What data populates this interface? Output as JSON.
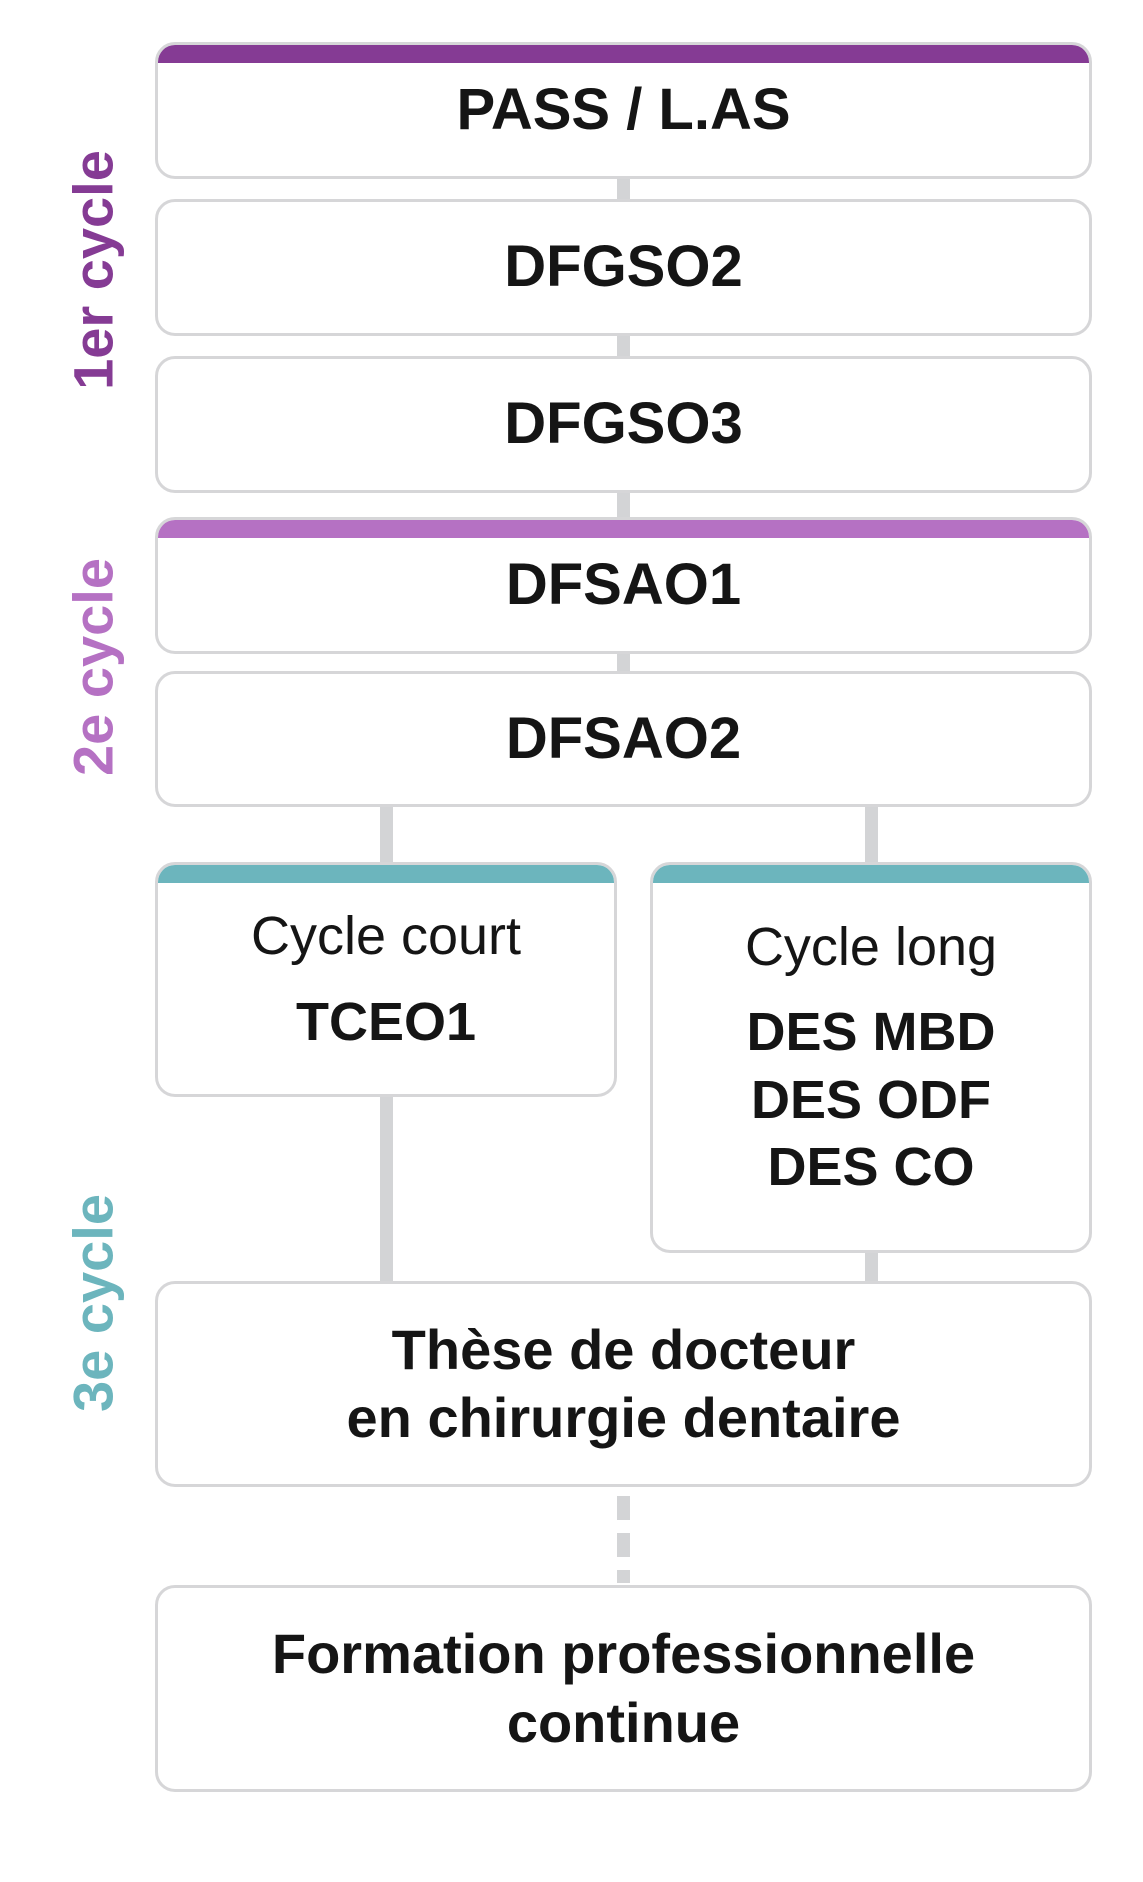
{
  "palette": {
    "cycle1_purple": "#853b94",
    "cycle2_orchid": "#b571c3",
    "cycle3_teal": "#6cb5bd",
    "connector_gray": "#d3d4d6",
    "box_border_gray": "#d6d6d8",
    "text_black": "#151515"
  },
  "side_labels": {
    "cycle1": "1er cycle",
    "cycle2": "2e cycle",
    "cycle3": "3e cycle"
  },
  "boxes": {
    "pass": {
      "label": "PASS / L.AS"
    },
    "dfgso2": {
      "label": "DFGSO2"
    },
    "dfgso3": {
      "label": "DFGSO3"
    },
    "dfsao1": {
      "label": "DFSAO1"
    },
    "dfsao2": {
      "label": "DFSAO2"
    },
    "cycle_court": {
      "title": "Cycle court",
      "lines": [
        "TCEO1"
      ]
    },
    "cycle_long": {
      "title": "Cycle long",
      "lines": [
        "DES MBD",
        "DES ODF",
        "DES CO"
      ]
    },
    "these": {
      "lines": [
        "Thèse de docteur",
        "en chirurgie dentaire"
      ]
    },
    "formation": {
      "lines": [
        "Formation professionnelle",
        "continue"
      ]
    }
  }
}
